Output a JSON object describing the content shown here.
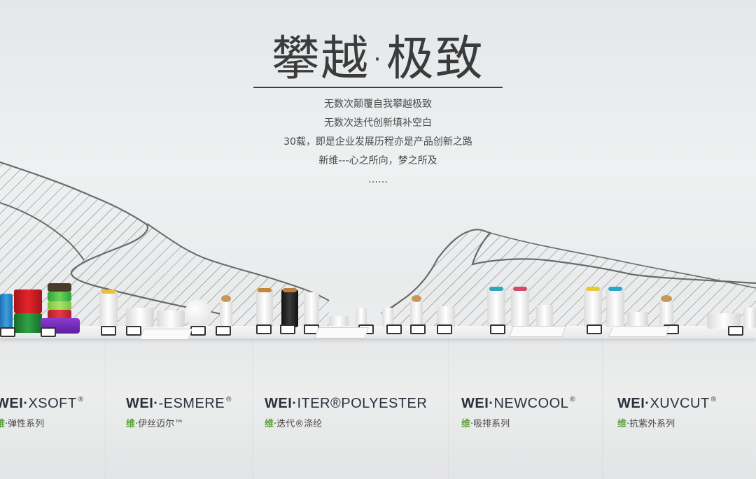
{
  "colors": {
    "accent_green": "#5aa23a",
    "text_dark": "#3b3b3b",
    "brand_text": "#2e2e3c",
    "mountain_line": "#6a6a6a",
    "hatch": "#555555"
  },
  "headline": {
    "title": "攀越·极致",
    "lines": [
      "无数次颠覆自我攀越极致",
      "无数次迭代创新填补空白",
      "30载，即是企业发展历程亦是产品创新之路",
      "新维---心之所向，梦之所及",
      "……"
    ]
  },
  "brands": [
    {
      "prefix": "WEI·",
      "name": "XSOFT",
      "mark": "®",
      "accent": "维",
      "sub": "·弹性系列"
    },
    {
      "prefix": "WEI·",
      "name": "-ESMERE",
      "mark": "®",
      "accent": "维",
      "sub": "·伊丝迈尔™"
    },
    {
      "prefix": "WEI·",
      "name": "ITER®POLYESTER",
      "mark": "",
      "accent": "维",
      "sub": "·迭代®涤纶"
    },
    {
      "prefix": "WEI·",
      "name": "NEWCOOL",
      "mark": "®",
      "accent": "维",
      "sub": "·吸排系列"
    },
    {
      "prefix": "WEI·",
      "name": "XUVCUT",
      "mark": "®",
      "accent": "维",
      "sub": "·抗紫外系列"
    }
  ]
}
